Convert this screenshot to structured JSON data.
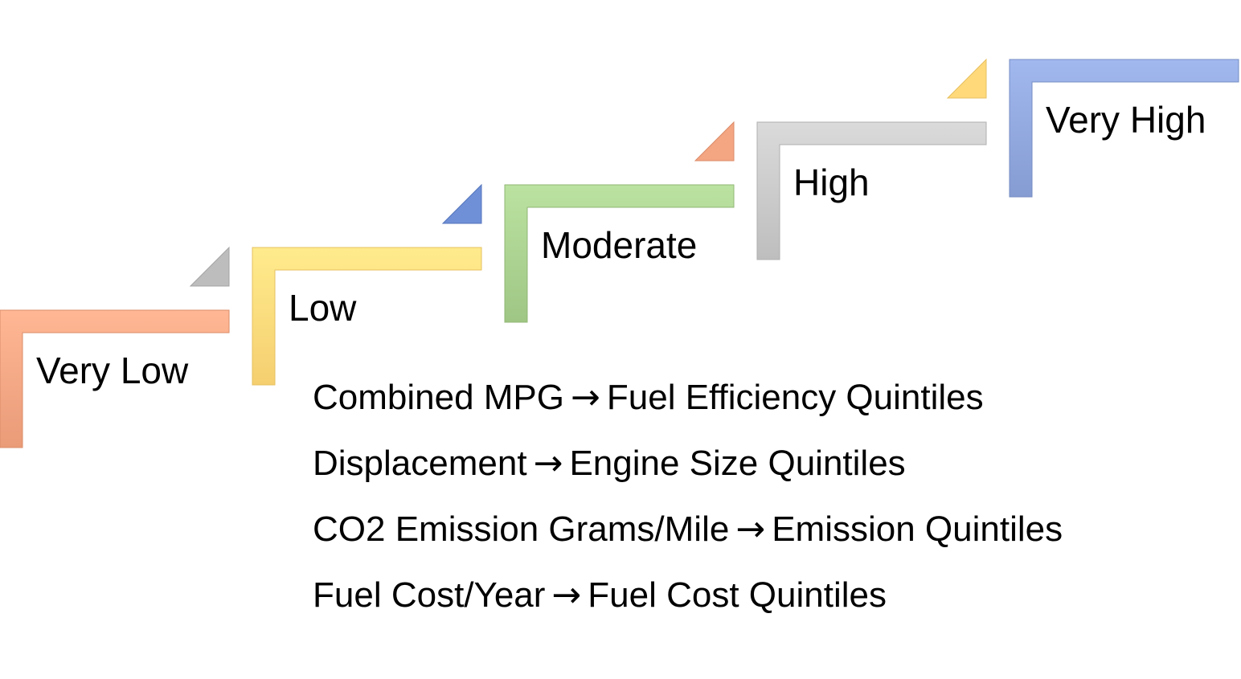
{
  "steps": [
    {
      "label": "Very Low",
      "color": "#F4A582",
      "triangle_color": "#BDBDBD"
    },
    {
      "label": "Low",
      "color": "#FFD97A",
      "triangle_color": "#6F8FD6"
    },
    {
      "label": "Moderate",
      "color": "#A9D08E",
      "triangle_color": "#F4A582"
    },
    {
      "label": "High",
      "color": "#C8C8C8",
      "triangle_color": "#FFD97A"
    },
    {
      "label": "Very High",
      "color": "#8FA6DC",
      "triangle_color": null
    }
  ],
  "mappings": [
    {
      "source": "Combined MPG",
      "arrow": "→",
      "target": "Fuel Efficiency Quintiles"
    },
    {
      "source": "Displacement",
      "arrow": "→",
      "target": "Engine Size Quintiles"
    },
    {
      "source": "CO2 Emission Grams/Mile",
      "arrow": "→",
      "target": "Emission Quintiles"
    },
    {
      "source": "Fuel Cost/Year",
      "arrow": "→",
      "target": "Fuel Cost Quintiles"
    }
  ]
}
